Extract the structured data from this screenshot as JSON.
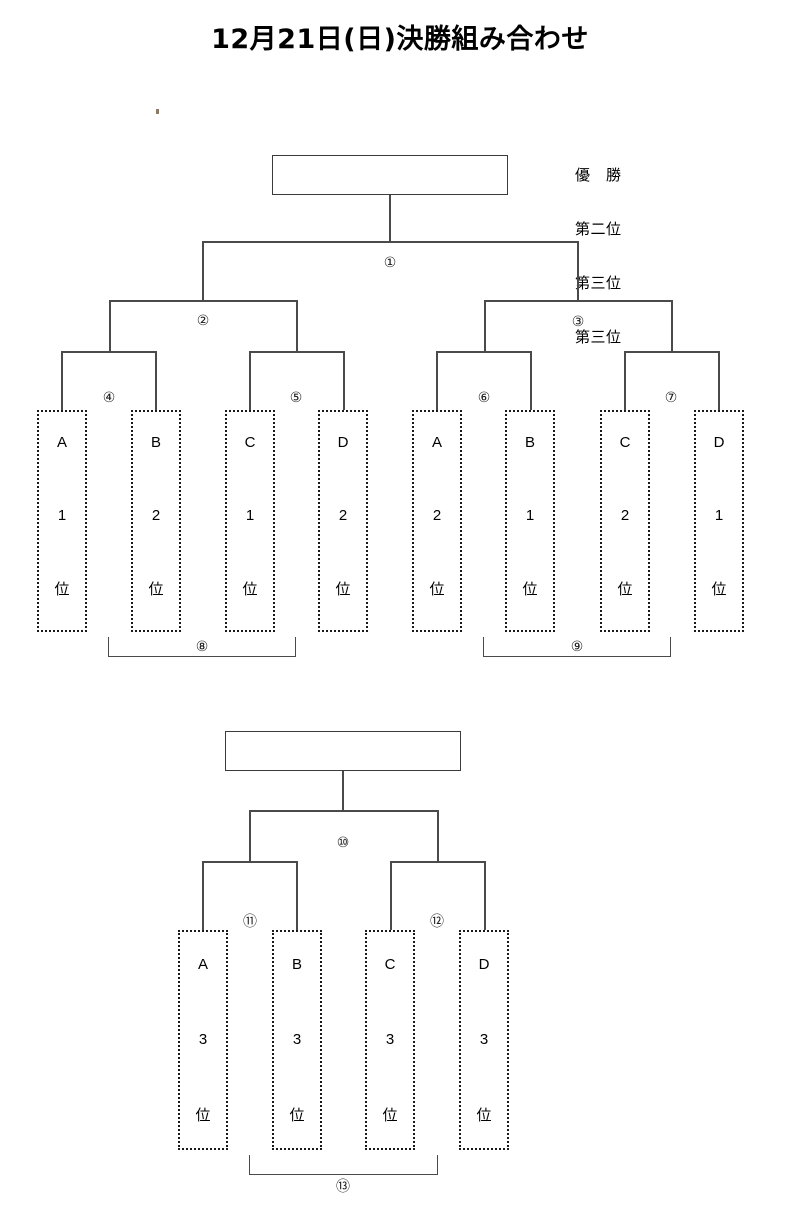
{
  "page": {
    "title": "12月21日(日)決勝組み合わせ",
    "background": "#ffffff",
    "line_color": "#4a4a4a",
    "text_color": "#000000"
  },
  "legend": {
    "name": "placement-legend",
    "lines": [
      "優　勝",
      "第二位",
      "第三位",
      "第三位"
    ]
  },
  "upper_bracket": {
    "name": "championship-bracket",
    "champion_slot_label": "",
    "matches": [
      {
        "id": "m1",
        "label": "①"
      },
      {
        "id": "m2",
        "label": "②"
      },
      {
        "id": "m3",
        "label": "③"
      },
      {
        "id": "m4",
        "label": "④"
      },
      {
        "id": "m5",
        "label": "⑤"
      },
      {
        "id": "m6",
        "label": "⑥"
      },
      {
        "id": "m7",
        "label": "⑦"
      },
      {
        "id": "m8",
        "label": "⑧"
      },
      {
        "id": "m9",
        "label": "⑨"
      }
    ],
    "teams": [
      {
        "group": "A",
        "rank": "1",
        "suffix": "位"
      },
      {
        "group": "B",
        "rank": "2",
        "suffix": "位"
      },
      {
        "group": "C",
        "rank": "1",
        "suffix": "位"
      },
      {
        "group": "D",
        "rank": "2",
        "suffix": "位"
      },
      {
        "group": "A",
        "rank": "2",
        "suffix": "位"
      },
      {
        "group": "B",
        "rank": "1",
        "suffix": "位"
      },
      {
        "group": "C",
        "rank": "2",
        "suffix": "位"
      },
      {
        "group": "D",
        "rank": "1",
        "suffix": "位"
      }
    ]
  },
  "lower_bracket": {
    "name": "third-place-bracket",
    "champion_slot_label": "",
    "matches": [
      {
        "id": "m10",
        "label": "⑩"
      },
      {
        "id": "m11",
        "label": "⑪"
      },
      {
        "id": "m12",
        "label": "⑫"
      },
      {
        "id": "m13",
        "label": "⑬"
      }
    ],
    "teams": [
      {
        "group": "A",
        "rank": "3",
        "suffix": "位"
      },
      {
        "group": "B",
        "rank": "3",
        "suffix": "位"
      },
      {
        "group": "C",
        "rank": "3",
        "suffix": "位"
      },
      {
        "group": "D",
        "rank": "3",
        "suffix": "位"
      }
    ]
  }
}
